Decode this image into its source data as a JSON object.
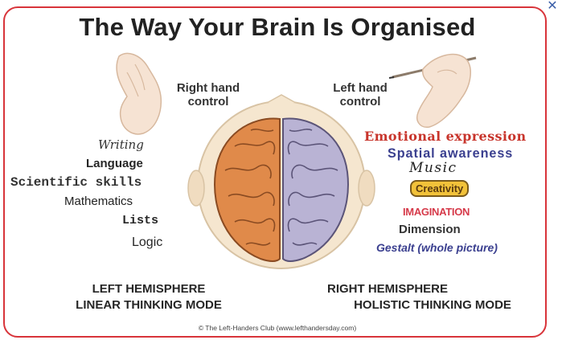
{
  "title": "The Way Your Brain Is Organised",
  "close_label": "✕",
  "right_hand": {
    "line1": "Right hand",
    "line2": "control"
  },
  "left_hand": {
    "line1": "Left hand",
    "line2": "control"
  },
  "left_items": [
    "Writing",
    "Language",
    "Scientific skills",
    "Mathematics",
    "Lists",
    "Logic"
  ],
  "right_items": [
    "Emotional expression",
    "Spatial awareness",
    "Music",
    "Creativity",
    "IMAGINATION",
    "Dimension",
    "Gestalt (whole picture)"
  ],
  "left_hemisphere": {
    "line1": "LEFT HEMISPHERE",
    "line2": "LINEAR THINKING MODE"
  },
  "right_hemisphere": {
    "line1": "RIGHT HEMISPHERE",
    "line2": "HOLISTIC THINKING MODE"
  },
  "footer": "© The Left-Handers Club (www.lefthandersday.com)",
  "colors": {
    "frame": "#d8343a",
    "left_brain": "#e08a4a",
    "right_brain": "#b9b3d4",
    "emotional": "#c8352c",
    "imagination": "#d63a4a",
    "creativity_bg": "#f2c23a",
    "gestalt": "#3a3f8f"
  }
}
